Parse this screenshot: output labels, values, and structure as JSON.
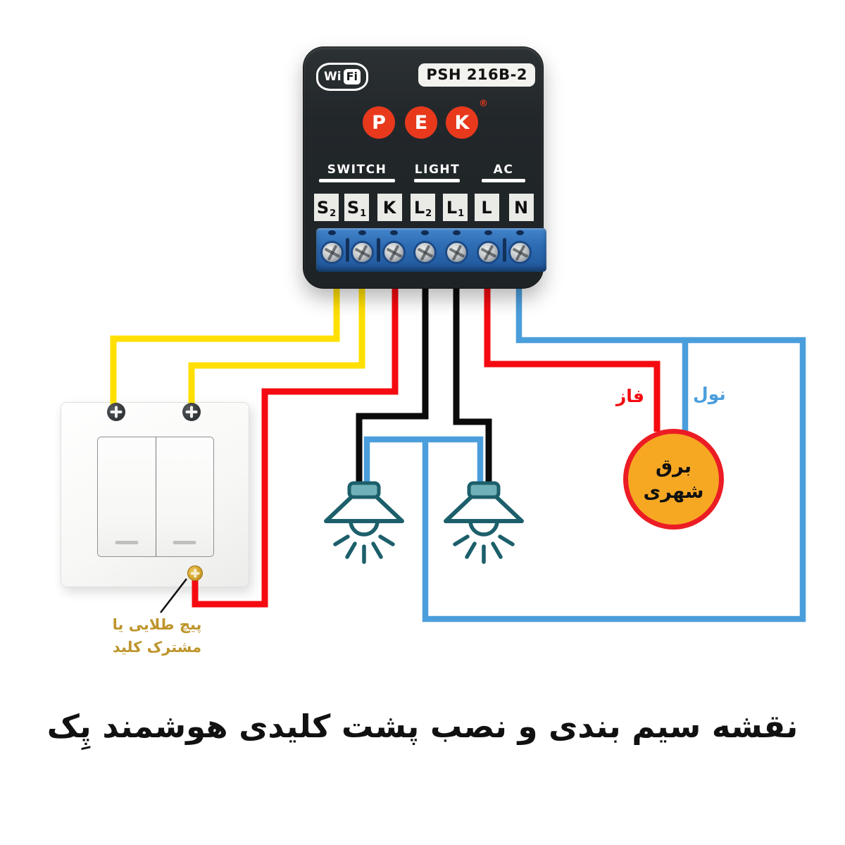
{
  "colors": {
    "wire-yellow": "#FFDF00",
    "wire-red": "#F40A10",
    "wire-black": "#0B0B0B",
    "wire-blue": "#4B9EDC",
    "lamp-stroke": "#1C5F6B",
    "lamp-cap-fill": "#6FB1B7",
    "terminal-blue": "#2E6DB4",
    "label-chip": "#EAEAE6",
    "brand-red": "#E8391D",
    "power-fill": "#F7A823",
    "power-border": "#EC1C24",
    "gold": "#BE952B",
    "phase-color": "#F40A10",
    "neutral-color": "#4B9EDC",
    "title-color": "#111111"
  },
  "module": {
    "wifi": {
      "wi": "Wi",
      "fi": "Fi"
    },
    "model": "PSH 216B-2",
    "logo": {
      "letters": [
        "P",
        "E",
        "K"
      ],
      "registered": "®"
    },
    "groups": [
      {
        "label": "SWITCH"
      },
      {
        "label": "LIGHT"
      },
      {
        "label": "AC"
      }
    ],
    "terminals": [
      {
        "main": "S",
        "sub": "2"
      },
      {
        "main": "S",
        "sub": "1"
      },
      {
        "main": "K",
        "sub": ""
      },
      {
        "main": "L",
        "sub": "2"
      },
      {
        "main": "L",
        "sub": "1"
      },
      {
        "main": "L",
        "sub": ""
      },
      {
        "main": "N",
        "sub": ""
      }
    ]
  },
  "labels": {
    "phase": "فاز",
    "neutral": "نول",
    "power_line1": "برق",
    "power_line2": "شهری",
    "gold_line1": "پیچ طلایی یا",
    "gold_line2": "مشترک کلید"
  },
  "title": "نقشه سیم بندی و نصب پشت کلیدی هوشمند پِک"
}
